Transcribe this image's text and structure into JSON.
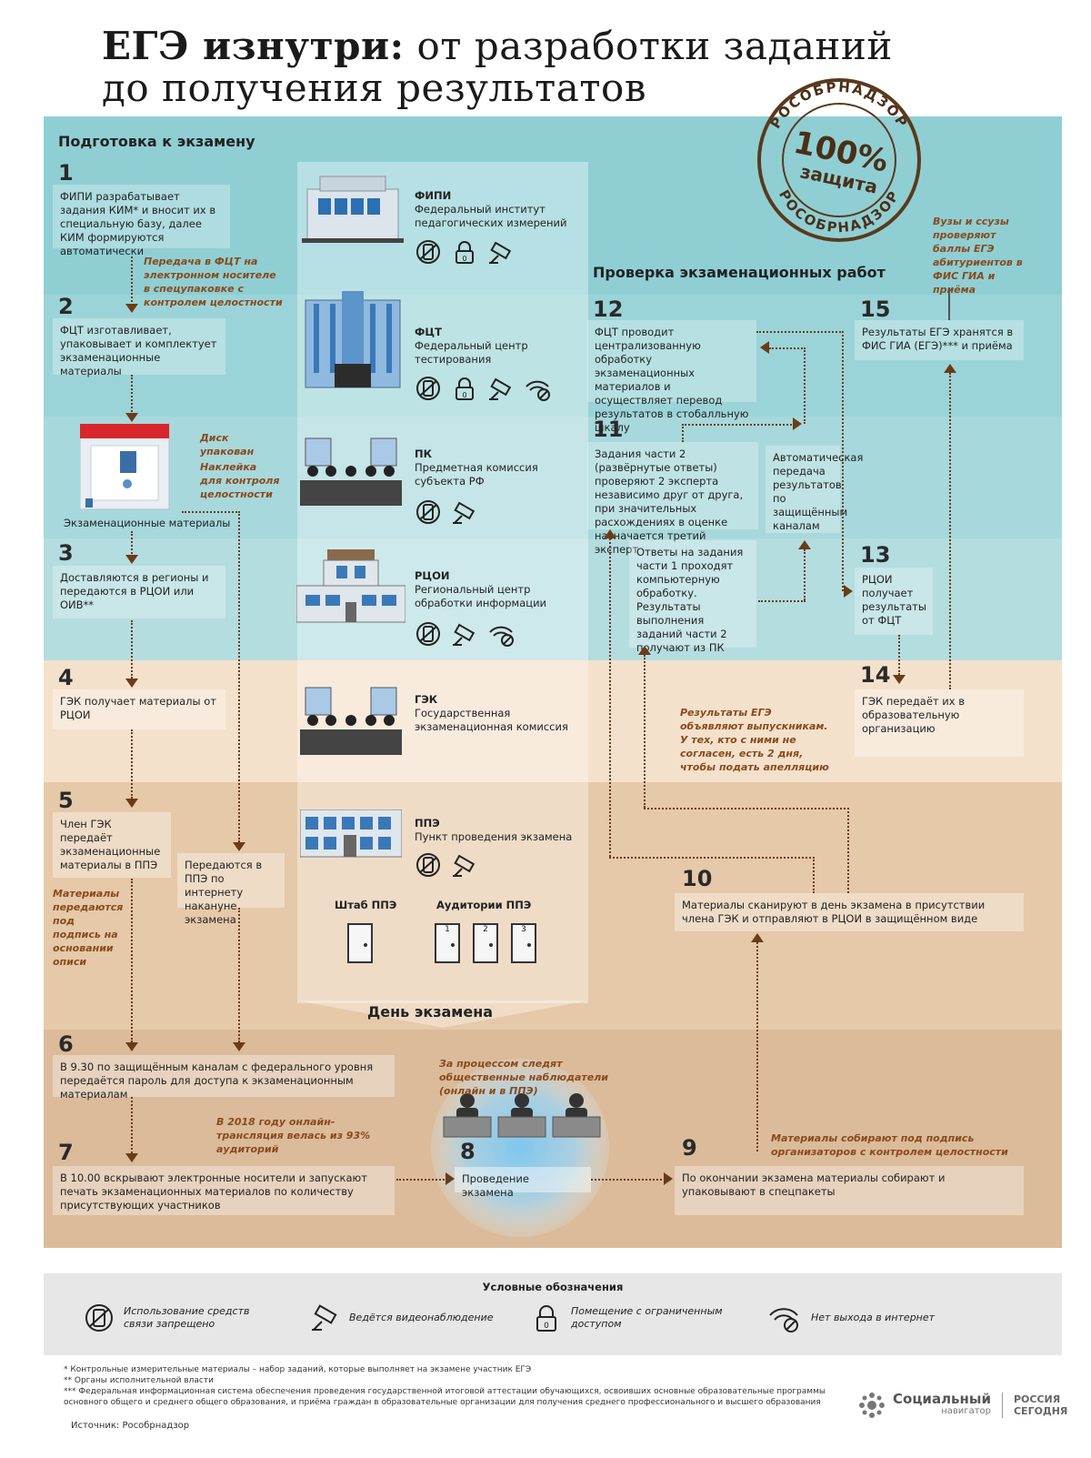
{
  "title": {
    "bold": "ЕГЭ изнутри:",
    "rest": " от разработки заданий",
    "line2": "до получения результатов"
  },
  "stamp": {
    "ring_top": "РОСОБРНАДЗОР",
    "ring_bottom": "РОСОБРНАДЗОР",
    "big": "100%",
    "sub": "защита"
  },
  "colors": {
    "teal1": "#8fd0d6",
    "teal2": "#a8dadd",
    "beige1": "#f2dcc3",
    "beige2": "#e3c4a2",
    "beige3": "#d9b899",
    "accent": "#6b3b18",
    "note": "#8a4a1c"
  },
  "sections": {
    "prep": "Подготовка к экзамену",
    "check": "Проверка экзаменационных работ",
    "exam_day": "День экзамена"
  },
  "steps": {
    "s1": {
      "num": "1",
      "text": "ФИПИ разрабатывает задания КИМ* и вносит их в специальную базу, далее КИМ формируются автоматически"
    },
    "s2": {
      "num": "2",
      "text": "ФЦТ изготавливает, упаковывает и комплектует экзаменационные материалы"
    },
    "s3": {
      "num": "3",
      "text": "Доставляются в регионы и передаются в РЦОИ или ОИВ**"
    },
    "s4": {
      "num": "4",
      "text": "ГЭК получает материалы от РЦОИ"
    },
    "s5": {
      "num": "5",
      "text": "Член ГЭК передаёт экзаменационные материалы в ППЭ"
    },
    "s5b": {
      "text": "Передаются в ППЭ по интернету накануне экзамена"
    },
    "s6": {
      "num": "6",
      "text": "В 9.30 по защищённым каналам с федерального уровня передаётся пароль для доступа к экзаменационным материалам"
    },
    "s7": {
      "num": "7",
      "text": "В 10.00 вскрывают электронные носители и запускают печать экзаменационных материалов по количеству присутствующих участников"
    },
    "s8": {
      "num": "8",
      "text": "Проведение экзамена"
    },
    "s9": {
      "num": "9",
      "text": "По окончании экзамена материалы собирают и упаковывают в спецпакеты"
    },
    "s10": {
      "num": "10",
      "text": "Материалы сканируют в день экзамена в присутствии члена ГЭК и отправляют в РЦОИ в защищённом виде"
    },
    "s11": {
      "num": "11",
      "text": "Задания части 2 (развёрнутые ответы) проверяют 2 эксперта независимо друг от друга, при значительных расхождениях в оценке назначается третий эксперт"
    },
    "s11b": {
      "text": "Ответы на задания части 1 проходят компьютерную обработку. Результаты выполнения заданий части 2 получают из ПК"
    },
    "s11c": {
      "text": "Автоматическая передача результатов по защищённым каналам"
    },
    "s12": {
      "num": "12",
      "text": "ФЦТ проводит централизованную обработку экзаменационных материалов и осуществляет перевод результатов в стобалльную шкалу"
    },
    "s13": {
      "num": "13",
      "text": "РЦОИ получает результаты от ФЦТ"
    },
    "s14": {
      "num": "14",
      "text": "ГЭК передаёт их в образовательную организацию"
    },
    "s15": {
      "num": "15",
      "text": "Результаты ЕГЭ хранятся в ФИС ГИА (ЕГЭ)*** и приёма"
    }
  },
  "notes": {
    "n1": "Передача в ФЦТ на электронном носителе в спецупаковке с контролем целостности",
    "disk": "Диск упакован",
    "sticker": "Наклейка для контроля целостности",
    "materials_label": "Экзаменационные материалы",
    "n5": "Материалы передаются под подпись на основании описи",
    "n2018": "В 2018 году онлайн-трансляция велась из 93% аудиторий",
    "observers": "За процессом следят общественные наблюдатели (онлайн и в ППЭ)",
    "n9": "Материалы собирают под подпись организаторов с контролем целостности",
    "n14": "Результаты ЕГЭ объявляют выпускникам. У тех, кто с ними не согласен, есть 2 дня, чтобы подать апелляцию",
    "n15": "Вузы и ссузы проверяют баллы ЕГЭ абитуриентов в ФИС ГИА и приёма"
  },
  "institutions": [
    {
      "abbr": "ФИПИ",
      "full": "Федеральный институт педагогических измерений",
      "icons": [
        "no-phone-icon",
        "lock-icon",
        "camera-icon"
      ]
    },
    {
      "abbr": "ФЦТ",
      "full": "Федеральный центр тестирования",
      "icons": [
        "no-phone-icon",
        "lock-icon",
        "camera-icon",
        "no-wifi-icon"
      ]
    },
    {
      "abbr": "ПК",
      "full": "Предметная комиссия субъекта РФ",
      "icons": [
        "no-phone-icon",
        "camera-icon"
      ]
    },
    {
      "abbr": "РЦОИ",
      "full": "Региональный центр обработки информации",
      "icons": [
        "no-phone-icon",
        "camera-icon",
        "no-wifi-icon"
      ]
    },
    {
      "abbr": "ГЭК",
      "full": "Государственная экзаменационная комиссия",
      "icons": []
    },
    {
      "abbr": "ППЭ",
      "full": "Пункт проведения экзамена",
      "icons": [
        "no-phone-icon",
        "camera-icon"
      ]
    }
  ],
  "ppe": {
    "hq": "Штаб ППЭ",
    "rooms": "Аудитории ППЭ",
    "door_labels": [
      "1",
      "2",
      "3"
    ]
  },
  "legend": {
    "title": "Условные обозначения",
    "items": [
      {
        "icon": "no-phone-icon",
        "label": "Использование средств связи запрещено"
      },
      {
        "icon": "camera-icon",
        "label": "Ведётся видеонаблюдение"
      },
      {
        "icon": "lock-icon",
        "label": "Помещение с ограниченным доступом"
      },
      {
        "icon": "no-wifi-icon",
        "label": "Нет выхода в интернет"
      }
    ]
  },
  "footnotes": {
    "f1": "* Контрольные измерительные материалы – набор заданий, которые выполняет на экзамене участник ЕГЭ",
    "f2": "** Органы исполнительной власти",
    "f3": "*** Федеральная информационная система обеспечения проведения государственной итоговой аттестации обучающихся, освоивших основные образовательные программы основного общего и среднего общего образования, и приёма граждан в образовательные организации для получения среднего профессионального и высшего образования",
    "source": "Источник: Рособрнадзор"
  },
  "brand": {
    "line1": "Социальный",
    "line2": "навигатор",
    "partner1": "РОССИЯ",
    "partner2": "СЕГОДНЯ"
  }
}
